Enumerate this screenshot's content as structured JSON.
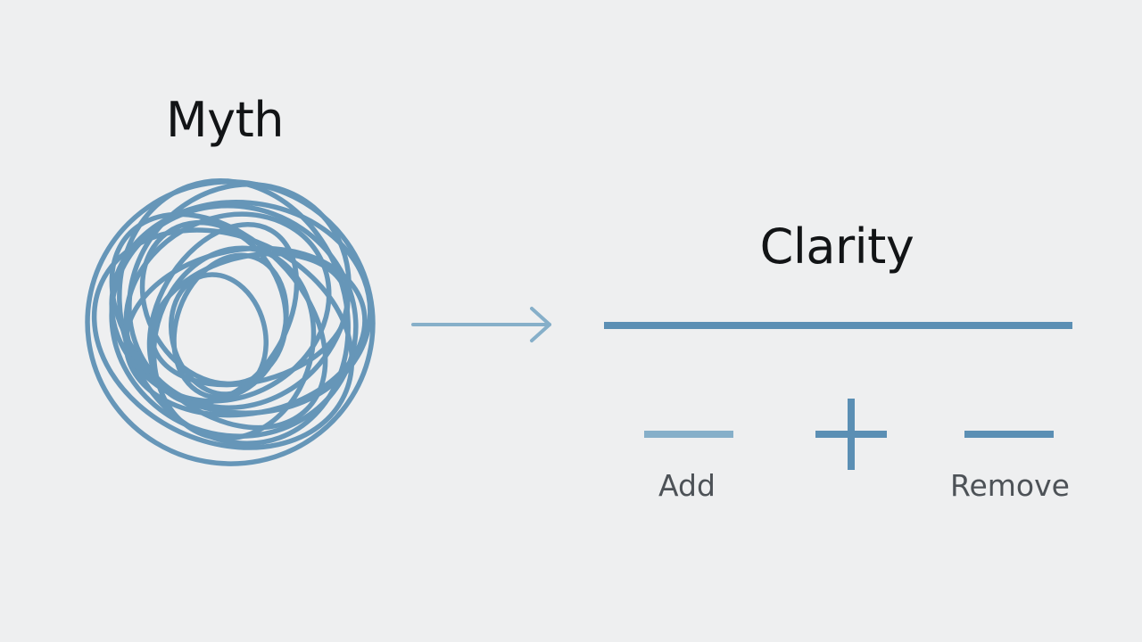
{
  "myth": {
    "title": "Myth",
    "icon": "tangled-scribble-icon"
  },
  "arrow": {
    "icon": "right-arrow-icon"
  },
  "clarity": {
    "title": "Clarity",
    "icon": "straight-line-icon"
  },
  "controls": {
    "add": {
      "label": "Add",
      "icon": "minus-dash-icon"
    },
    "plus": {
      "icon": "plus-icon"
    },
    "remove": {
      "label": "Remove",
      "icon": "minus-dash-icon"
    }
  },
  "colors": {
    "background": "#eeeff0",
    "accent": "#5b8fb4",
    "accent_light": "#86afc9",
    "text": "#121416",
    "muted_text": "#4d5257"
  }
}
